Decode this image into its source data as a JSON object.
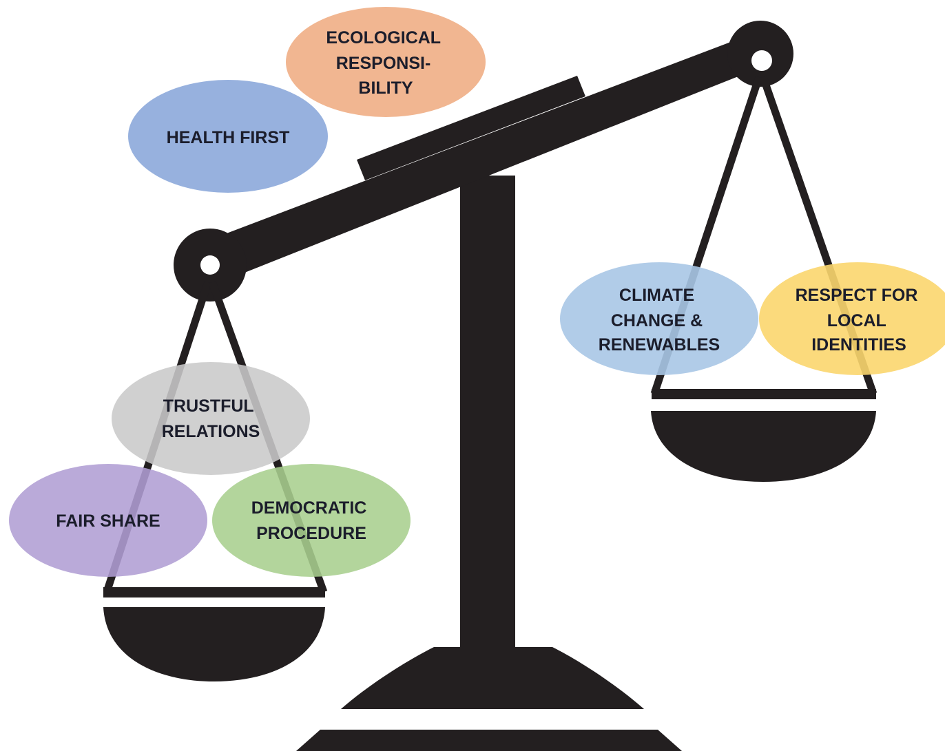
{
  "diagram": {
    "colors": {
      "scale": "#231f20",
      "health_first": "#8eaadb",
      "ecological_responsibility": "#f0b088",
      "trustful_relations": "#c9c9c9",
      "fair_share": "#b19ed4",
      "democratic_procedure": "#a9cf8e",
      "climate_change": "#a8c7e6",
      "respect_local": "#fbd66e"
    },
    "bubbles": {
      "ecological": {
        "lines": [
          "ECOLOGICAL",
          "RESPONSI-",
          "BILITY"
        ]
      },
      "health": {
        "lines": [
          "HEALTH FIRST"
        ]
      },
      "trustful": {
        "lines": [
          "TRUSTFUL",
          "RELATIONS"
        ]
      },
      "fair_share": {
        "lines": [
          "FAIR SHARE"
        ]
      },
      "democratic": {
        "lines": [
          "DEMOCRATIC",
          "PROCEDURE"
        ]
      },
      "climate": {
        "lines": [
          "CLIMATE",
          "CHANGE &",
          "RENEWABLES"
        ]
      },
      "respect": {
        "lines": [
          "RESPECT FOR",
          "LOCAL",
          "IDENTITIES"
        ]
      }
    }
  }
}
